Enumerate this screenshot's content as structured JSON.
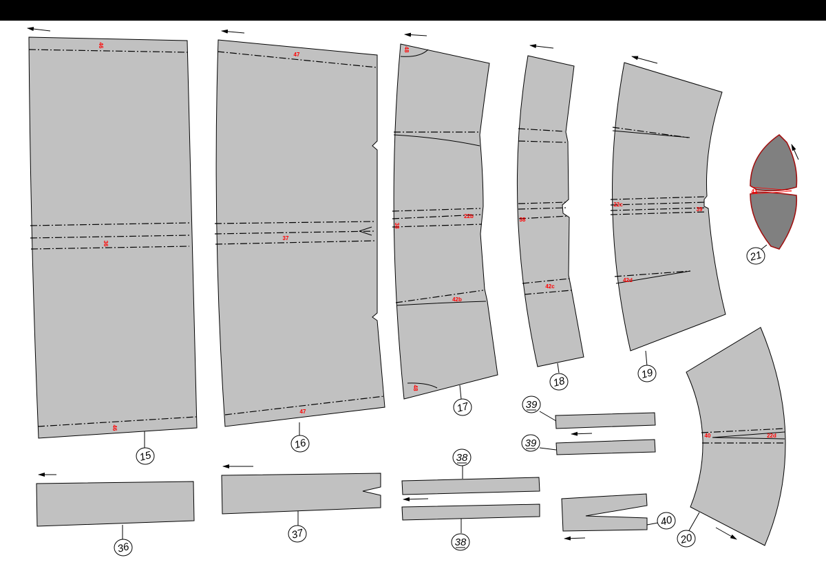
{
  "colors": {
    "piece_fill": "#c1c1c1",
    "piece_stroke": "#000000",
    "accent_piece_fill": "#808080",
    "accent_piece_stroke": "#a01010",
    "mark_text": "#ff0000",
    "top_bar": "#000000"
  },
  "pieces": [
    {
      "id": "p15",
      "number": "15"
    },
    {
      "id": "p16",
      "number": "16"
    },
    {
      "id": "p17",
      "number": "17"
    },
    {
      "id": "p18",
      "number": "18"
    },
    {
      "id": "p19",
      "number": "19"
    },
    {
      "id": "p20",
      "number": "20"
    },
    {
      "id": "p21",
      "number": "21"
    },
    {
      "id": "p36",
      "number": "36"
    },
    {
      "id": "p37",
      "number": "37"
    },
    {
      "id": "p38a",
      "number": "38"
    },
    {
      "id": "p38b",
      "number": "38"
    },
    {
      "id": "p39a",
      "number": "39"
    },
    {
      "id": "p39b",
      "number": "39"
    },
    {
      "id": "p40",
      "number": "40"
    }
  ],
  "marks": [
    {
      "id": "m-46-top",
      "text": "46"
    },
    {
      "id": "m-36-mid",
      "text": "36"
    },
    {
      "id": "m-46-bot",
      "text": "46"
    },
    {
      "id": "m-47-top",
      "text": "47"
    },
    {
      "id": "m-37-mid",
      "text": "37"
    },
    {
      "id": "m-47-bot",
      "text": "47"
    },
    {
      "id": "m-48-top",
      "text": "48"
    },
    {
      "id": "m-22b",
      "text": "22b"
    },
    {
      "id": "m-38-17",
      "text": "38"
    },
    {
      "id": "m-42b",
      "text": "42b"
    },
    {
      "id": "m-48-bot",
      "text": "48"
    },
    {
      "id": "m-38-18",
      "text": "38"
    },
    {
      "id": "m-42c",
      "text": "42c"
    },
    {
      "id": "m-22c",
      "text": "22c"
    },
    {
      "id": "m-39-19",
      "text": "39"
    },
    {
      "id": "m-42d",
      "text": "42d"
    },
    {
      "id": "m-41",
      "text": "41"
    },
    {
      "id": "m-40-20",
      "text": "40"
    },
    {
      "id": "m-22d",
      "text": "22d"
    }
  ]
}
